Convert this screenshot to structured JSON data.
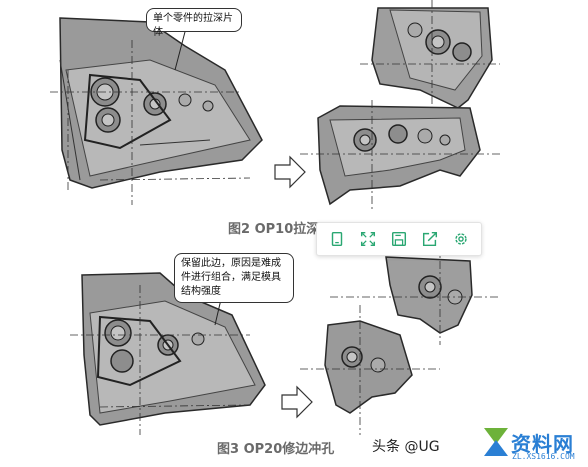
{
  "figures": [
    {
      "caption": "图2 OP10拉深",
      "callout": "单个零件的拉深片体"
    },
    {
      "caption": "图3 OP20修边冲孔",
      "callout": "保留此边，原因是难成件进行组合，满足模具结构强度"
    }
  ],
  "toolbar": {
    "buttons": [
      {
        "icon": "copy-icon"
      },
      {
        "icon": "fullscreen-icon"
      },
      {
        "icon": "save-icon"
      },
      {
        "icon": "share-icon"
      },
      {
        "icon": "settings-icon"
      }
    ],
    "accent": "#2aa772"
  },
  "watermark": {
    "source": "头条 @UG",
    "logo_text": "资料网",
    "logo_url": "ZL.XS1616.COM"
  }
}
